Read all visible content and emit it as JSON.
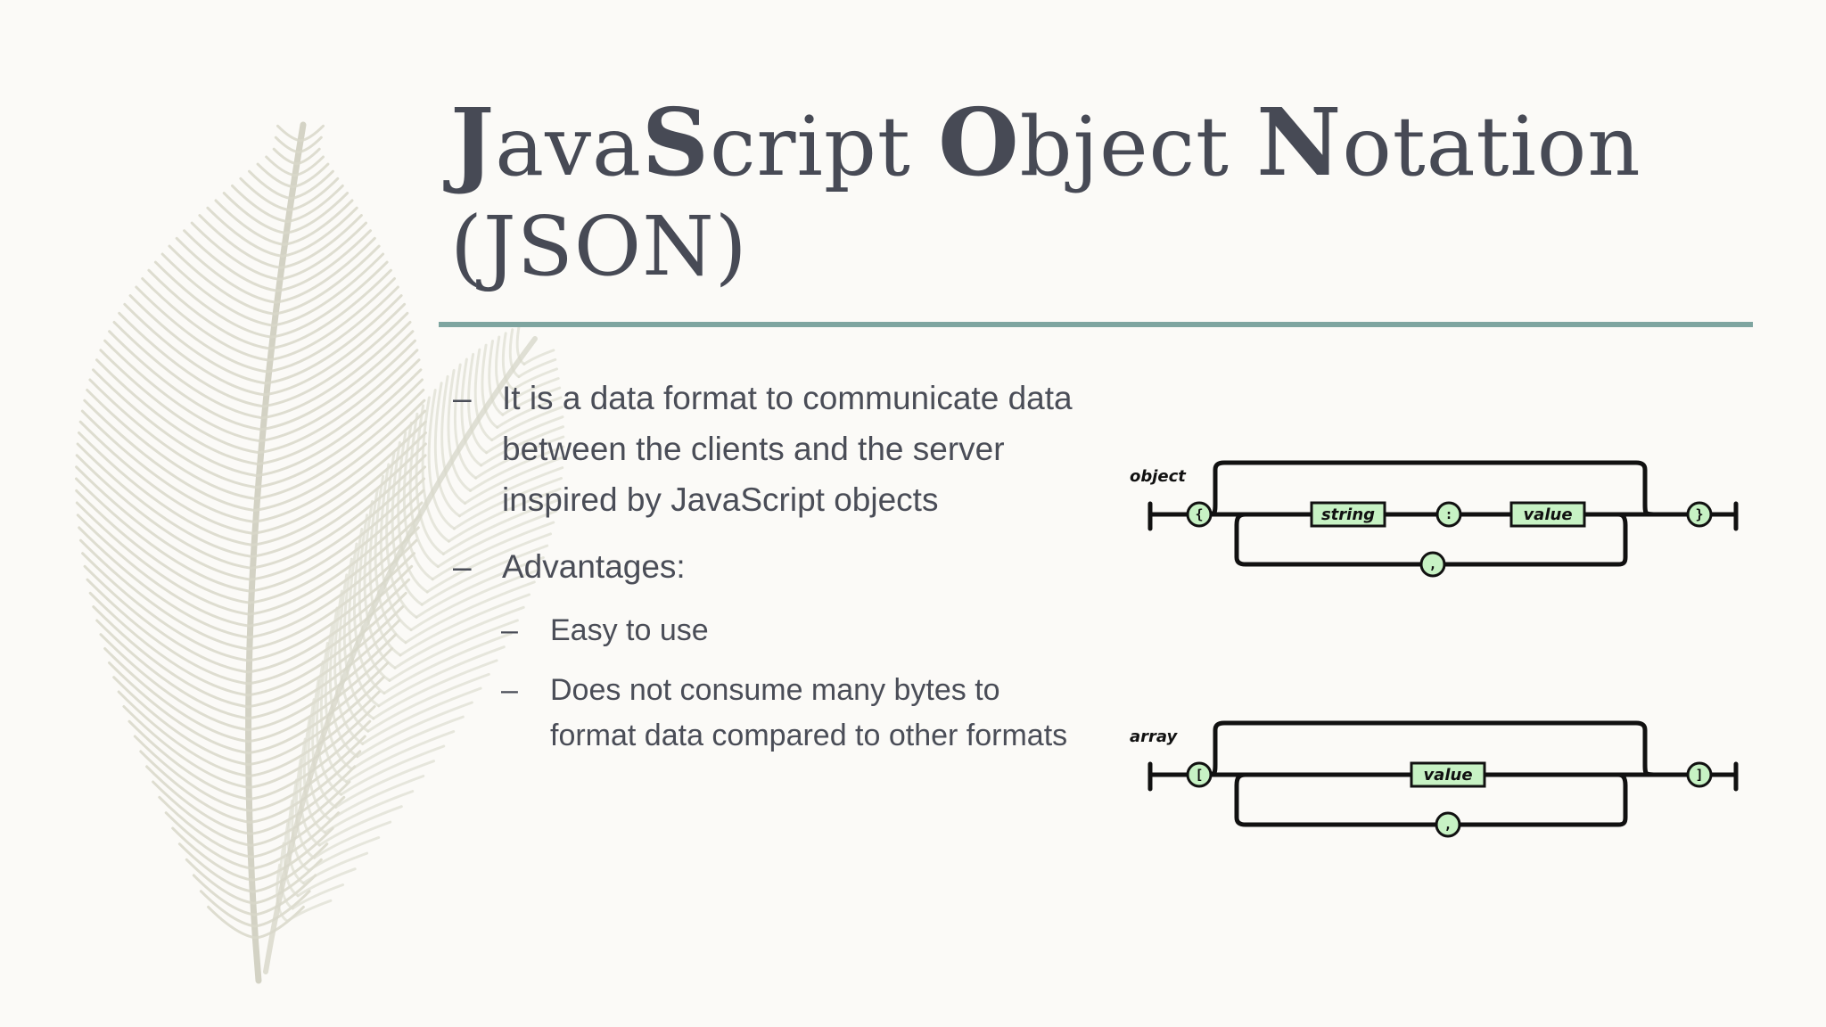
{
  "slide": {
    "title": {
      "word1_cap": "J",
      "word1_rest": "ava",
      "word1b_cap": "S",
      "word1b_rest": "cript ",
      "word2_cap": "O",
      "word2_rest": "bject ",
      "word3_cap": "N",
      "word3_rest": "otation",
      "line2": "(JSON)"
    },
    "bullets": [
      {
        "dash": "–",
        "text": "It is a data format to communicate data between the clients and the server inspired by JavaScript objects"
      },
      {
        "dash": "–",
        "text": "Advantages:"
      }
    ],
    "sub_bullets": [
      {
        "dash": "–",
        "text": "Easy to use"
      },
      {
        "dash": "–",
        "text": "Does not consume many bytes to format data compared to other formats"
      }
    ],
    "diagram": {
      "object": {
        "label": "object",
        "open": "{",
        "close": "}",
        "key": "string",
        "colon": ":",
        "value": "value",
        "comma": ","
      },
      "array": {
        "label": "array",
        "open": "[",
        "close": "]",
        "value": "value",
        "comma": ","
      }
    },
    "colors": {
      "background": "#fbfaf7",
      "title": "#474a55",
      "rule": "#7ea5a0",
      "text": "#4a4d57",
      "diagram_fill": "#c7f2c4"
    }
  }
}
